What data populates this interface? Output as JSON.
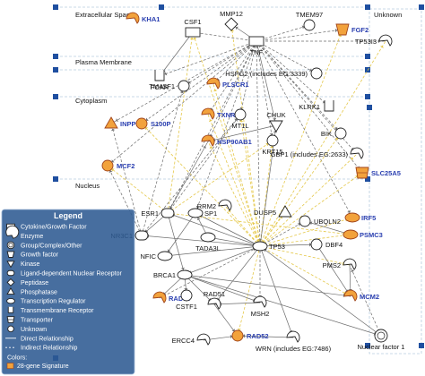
{
  "compartments": {
    "extracellular": "Extracellular Space",
    "unknown": "Unknown",
    "plasma_membrane": "Plasma Membrane",
    "cytoplasm": "Cytoplasm",
    "nucleus": "Nucleus"
  },
  "nodes": [
    {
      "id": "KHA1",
      "label": "KHA1",
      "sig": true,
      "shape": "enzyme"
    },
    {
      "id": "CSF1",
      "label": "CSF1",
      "sig": false,
      "shape": "cytokine"
    },
    {
      "id": "MMP12",
      "label": "MMP12",
      "sig": false,
      "shape": "peptidase"
    },
    {
      "id": "TNF",
      "label": "TNF",
      "sig": false,
      "shape": "cytokine"
    },
    {
      "id": "TMEM97",
      "label": "TMEM97",
      "sig": false,
      "shape": "other"
    },
    {
      "id": "FGF2",
      "label": "FGF2",
      "sig": true,
      "shape": "growth"
    },
    {
      "id": "TP53I3",
      "label": "TP53I3",
      "sig": false,
      "shape": "enzyme"
    },
    {
      "id": "FCAR",
      "label": "FCAR",
      "sig": false,
      "shape": "receptor"
    },
    {
      "id": "TM4SF1",
      "label": "TM4SF1",
      "sig": false,
      "shape": "other"
    },
    {
      "id": "PLSCR1",
      "label": "PLSCR1",
      "sig": true,
      "shape": "enzyme"
    },
    {
      "id": "HSPG2",
      "label": "HSPG2 (includes EG:3339)",
      "sig": false,
      "shape": "other"
    },
    {
      "id": "KLRK1",
      "label": "KLRK1",
      "sig": false,
      "shape": "receptor"
    },
    {
      "id": "TXNRD1",
      "label": "TXNRD1",
      "sig": true,
      "shape": "enzyme"
    },
    {
      "id": "MT1L",
      "label": "MT1L",
      "sig": false,
      "shape": "other"
    },
    {
      "id": "INPPL1",
      "label": "INPPL1",
      "sig": true,
      "shape": "phosphatase"
    },
    {
      "id": "S100P",
      "label": "S100P",
      "sig": true,
      "shape": "other"
    },
    {
      "id": "HSP90AB1",
      "label": "HSP90AB1",
      "sig": true,
      "shape": "enzyme"
    },
    {
      "id": "CHUK",
      "label": "CHUK",
      "sig": false,
      "shape": "kinase"
    },
    {
      "id": "BIK",
      "label": "BIK",
      "sig": false,
      "shape": "other"
    },
    {
      "id": "GBP1",
      "label": "GBP1 (includes EG:2633)",
      "sig": false,
      "shape": "enzyme"
    },
    {
      "id": "KRT15",
      "label": "KRT15",
      "sig": false,
      "shape": "other"
    },
    {
      "id": "MCF2",
      "label": "MCF2",
      "sig": true,
      "shape": "other"
    },
    {
      "id": "SLC25A5",
      "label": "SLC25A5",
      "sig": true,
      "shape": "transporter"
    },
    {
      "id": "IRF5",
      "label": "IRF5",
      "sig": true,
      "shape": "tr"
    },
    {
      "id": "RRM2",
      "label": "RRM2",
      "sig": false,
      "shape": "enzyme"
    },
    {
      "id": "DUSP5",
      "label": "DUSP5",
      "sig": false,
      "shape": "phosphatase"
    },
    {
      "id": "UBQLN2",
      "label": "UBQLN2",
      "sig": false,
      "shape": "other"
    },
    {
      "id": "ESR1",
      "label": "ESR1",
      "sig": false,
      "shape": "ldnr"
    },
    {
      "id": "SP1",
      "label": "SP1",
      "sig": false,
      "shape": "tr"
    },
    {
      "id": "PSMC3",
      "label": "PSMC3",
      "sig": true,
      "shape": "tr"
    },
    {
      "id": "NR3C1",
      "label": "NR3C1",
      "sig": false,
      "shape": "ldnr"
    },
    {
      "id": "TADA3L",
      "label": "TADA3L",
      "sig": false,
      "shape": "tr"
    },
    {
      "id": "TP53",
      "label": "TP53",
      "sig": false,
      "shape": "tr"
    },
    {
      "id": "DBF4",
      "label": "DBF4",
      "sig": false,
      "shape": "other"
    },
    {
      "id": "NFIC",
      "label": "NFIC",
      "sig": false,
      "shape": "tr"
    },
    {
      "id": "PMS2",
      "label": "PMS2",
      "sig": false,
      "shape": "enzyme"
    },
    {
      "id": "BRCA1",
      "label": "BRCA1",
      "sig": false,
      "shape": "tr"
    },
    {
      "id": "RAD50",
      "label": "RAD50",
      "sig": true,
      "shape": "enzyme"
    },
    {
      "id": "CSTF1",
      "label": "CSTF1",
      "sig": false,
      "shape": "other"
    },
    {
      "id": "RAD51",
      "label": "RAD51",
      "sig": false,
      "shape": "enzyme"
    },
    {
      "id": "MSH2",
      "label": "MSH2",
      "sig": false,
      "shape": "enzyme"
    },
    {
      "id": "MCM2",
      "label": "MCM2",
      "sig": true,
      "shape": "enzyme"
    },
    {
      "id": "ERCC4",
      "label": "ERCC4",
      "sig": false,
      "shape": "enzyme"
    },
    {
      "id": "RAD52",
      "label": "RAD52",
      "sig": true,
      "shape": "other"
    },
    {
      "id": "WRN",
      "label": "WRN (includes EG:7486)",
      "sig": false,
      "shape": "enzyme"
    },
    {
      "id": "NF1",
      "label": "Nuclear factor 1",
      "sig": false,
      "shape": "group"
    }
  ],
  "edges": [
    {
      "from": "TNF",
      "to": "MMP12",
      "style": "direct",
      "color": "gray"
    },
    {
      "from": "TNF",
      "to": "CSF1",
      "style": "indirect",
      "color": "gray"
    },
    {
      "from": "TNF",
      "to": "TMEM97",
      "style": "indirect",
      "color": "gray"
    },
    {
      "from": "TNF",
      "to": "FGF2",
      "style": "indirect",
      "color": "gray"
    },
    {
      "from": "TNF",
      "to": "TP53I3",
      "style": "indirect",
      "color": "gray"
    },
    {
      "from": "TNF",
      "to": "TM4SF1",
      "style": "indirect",
      "color": "gray"
    },
    {
      "from": "TNF",
      "to": "PLSCR1",
      "style": "indirect",
      "color": "gray"
    },
    {
      "from": "TNF",
      "to": "HSPG2",
      "style": "indirect",
      "color": "gray"
    },
    {
      "from": "TNF",
      "to": "KLRK1",
      "style": "indirect",
      "color": "gray"
    },
    {
      "from": "TNF",
      "to": "TXNRD1",
      "style": "indirect",
      "color": "gray"
    },
    {
      "from": "TNF",
      "to": "MT1L",
      "style": "indirect",
      "color": "gray"
    },
    {
      "from": "TNF",
      "to": "S100P",
      "style": "indirect",
      "color": "gray"
    },
    {
      "from": "TNF",
      "to": "INPPL1",
      "style": "indirect",
      "color": "gray"
    },
    {
      "from": "TNF",
      "to": "HSP90AB1",
      "style": "indirect",
      "color": "gray"
    },
    {
      "from": "TNF",
      "to": "CHUK",
      "style": "direct",
      "color": "gray"
    },
    {
      "from": "TNF",
      "to": "BIK",
      "style": "indirect",
      "color": "gray"
    },
    {
      "from": "TNF",
      "to": "GBP1",
      "style": "indirect",
      "color": "gray"
    },
    {
      "from": "TNF",
      "to": "KRT15",
      "style": "indirect",
      "color": "gray"
    },
    {
      "from": "TNF",
      "to": "MCF2",
      "style": "indirect",
      "color": "gray"
    },
    {
      "from": "TNF",
      "to": "SLC25A5",
      "style": "indirect",
      "color": "gray"
    },
    {
      "from": "TNF",
      "to": "IRF5",
      "style": "indirect",
      "color": "gray"
    },
    {
      "from": "TNF",
      "to": "SP1",
      "style": "indirect",
      "color": "gray"
    },
    {
      "from": "TNF",
      "to": "ESR1",
      "style": "indirect",
      "color": "gray"
    },
    {
      "from": "TNF",
      "to": "TP53",
      "style": "indirect",
      "color": "gray"
    },
    {
      "from": "TNF",
      "to": "FCAR",
      "style": "indirect",
      "color": "gray"
    },
    {
      "from": "CSF1",
      "to": "FCAR",
      "style": "direct",
      "color": "gray"
    },
    {
      "from": "TP53",
      "to": "CSF1",
      "style": "indirect",
      "color": "yellow"
    },
    {
      "from": "TP53",
      "to": "MMP12",
      "style": "indirect",
      "color": "yellow"
    },
    {
      "from": "TP53",
      "to": "TP53I3",
      "style": "indirect",
      "color": "yellow"
    },
    {
      "from": "TP53",
      "to": "PLSCR1",
      "style": "indirect",
      "color": "yellow"
    },
    {
      "from": "TP53",
      "to": "TXNRD1",
      "style": "indirect",
      "color": "yellow"
    },
    {
      "from": "TP53",
      "to": "HSP90AB1",
      "style": "indirect",
      "color": "yellow"
    },
    {
      "from": "TP53",
      "to": "MT1L",
      "style": "indirect",
      "color": "yellow"
    },
    {
      "from": "TP53",
      "to": "S100P",
      "style": "indirect",
      "color": "yellow"
    },
    {
      "from": "TP53",
      "to": "BIK",
      "style": "indirect",
      "color": "yellow"
    },
    {
      "from": "TP53",
      "to": "GBP1",
      "style": "indirect",
      "color": "yellow"
    },
    {
      "from": "TP53",
      "to": "SLC25A5",
      "style": "indirect",
      "color": "yellow"
    },
    {
      "from": "TP53",
      "to": "IRF5",
      "style": "indirect",
      "color": "yellow"
    },
    {
      "from": "TP53",
      "to": "PSMC3",
      "style": "indirect",
      "color": "yellow"
    },
    {
      "from": "TP53",
      "to": "RRM2",
      "style": "indirect",
      "color": "yellow"
    },
    {
      "from": "TP53",
      "to": "DUSP5",
      "style": "indirect",
      "color": "yellow"
    },
    {
      "from": "TP53",
      "to": "KRT15",
      "style": "indirect",
      "color": "yellow"
    },
    {
      "from": "TP53",
      "to": "FGF2",
      "style": "indirect",
      "color": "yellow"
    },
    {
      "from": "TP53",
      "to": "MCM2",
      "style": "indirect",
      "color": "yellow"
    },
    {
      "from": "TP53",
      "to": "PMS2",
      "style": "indirect",
      "color": "yellow"
    },
    {
      "from": "TP53",
      "to": "RAD52",
      "style": "indirect",
      "color": "yellow"
    },
    {
      "from": "TP53",
      "to": "RAD51",
      "style": "direct",
      "color": "gray"
    },
    {
      "from": "TP53",
      "to": "MSH2",
      "style": "indirect",
      "color": "gray"
    },
    {
      "from": "TP53",
      "to": "BRCA1",
      "style": "direct",
      "color": "gray"
    },
    {
      "from": "TP53",
      "to": "WRN",
      "style": "direct",
      "color": "gray"
    },
    {
      "from": "TP53",
      "to": "DBF4",
      "style": "direct",
      "color": "gray"
    },
    {
      "from": "TP53",
      "to": "UBQLN2",
      "style": "indirect",
      "color": "gray"
    },
    {
      "from": "TP53",
      "to": "TADA3L",
      "style": "direct",
      "color": "gray"
    },
    {
      "from": "TP53",
      "to": "SP1",
      "style": "direct",
      "color": "gray"
    },
    {
      "from": "TP53",
      "to": "ESR1",
      "style": "direct",
      "color": "gray"
    },
    {
      "from": "TP53",
      "to": "NR3C1",
      "style": "direct",
      "color": "gray"
    },
    {
      "from": "TP53",
      "to": "NFIC",
      "style": "direct",
      "color": "gray"
    },
    {
      "from": "TP53",
      "to": "CHUK",
      "style": "direct",
      "color": "gray"
    },
    {
      "from": "TP53",
      "to": "SP1",
      "style": "direct",
      "color": "gray"
    },
    {
      "from": "ESR1",
      "to": "KRT15",
      "style": "indirect",
      "color": "yellow"
    },
    {
      "from": "ESR1",
      "to": "MCF2",
      "style": "indirect",
      "color": "yellow"
    },
    {
      "from": "ESR1",
      "to": "HSP90AB1",
      "style": "direct",
      "color": "gray"
    },
    {
      "from": "ESR1",
      "to": "CSF1",
      "style": "indirect",
      "color": "yellow"
    },
    {
      "from": "ESR1",
      "to": "MT1L",
      "style": "indirect",
      "color": "gray"
    },
    {
      "from": "ESR1",
      "to": "NR3C1",
      "style": "direct",
      "color": "gray"
    },
    {
      "from": "ESR1",
      "to": "PSMC3",
      "style": "indirect",
      "color": "yellow"
    },
    {
      "from": "ESR1",
      "to": "BRCA1",
      "style": "direct",
      "color": "gray"
    },
    {
      "from": "NR3C1",
      "to": "MCF2",
      "style": "indirect",
      "color": "gray"
    },
    {
      "from": "NR3C1",
      "to": "TM4SF1",
      "style": "indirect",
      "color": "gray"
    },
    {
      "from": "NR3C1",
      "to": "INPPL1",
      "style": "indirect",
      "color": "gray"
    },
    {
      "from": "NR3C1",
      "to": "MT1L",
      "style": "indirect",
      "color": "gray"
    },
    {
      "from": "BRCA1",
      "to": "RAD50",
      "style": "direct",
      "color": "gray"
    },
    {
      "from": "BRCA1",
      "to": "RAD51",
      "style": "direct",
      "color": "gray"
    },
    {
      "from": "BRCA1",
      "to": "CSTF1",
      "style": "direct",
      "color": "gray"
    },
    {
      "from": "BRCA1",
      "to": "MSH2",
      "style": "direct",
      "color": "gray"
    },
    {
      "from": "BRCA1",
      "to": "MCM2",
      "style": "direct",
      "color": "gray"
    },
    {
      "from": "BRCA1",
      "to": "NF1",
      "style": "direct",
      "color": "gray"
    },
    {
      "from": "RAD51",
      "to": "RAD52",
      "style": "direct",
      "color": "gray"
    },
    {
      "from": "MSH2",
      "to": "RAD51",
      "style": "direct",
      "color": "gray"
    },
    {
      "from": "ERCC4",
      "to": "RAD52",
      "style": "direct",
      "color": "gray"
    },
    {
      "from": "WRN",
      "to": "RAD52",
      "style": "direct",
      "color": "gray"
    },
    {
      "from": "NF1",
      "to": "TP53",
      "style": "direct",
      "color": "gray"
    },
    {
      "from": "NF1",
      "to": "PMS2",
      "style": "indirect",
      "color": "gray"
    },
    {
      "from": "PSMC3",
      "to": "UBQLN2",
      "style": "direct",
      "color": "gray"
    },
    {
      "from": "DBF4",
      "to": "MCM2",
      "style": "direct",
      "color": "gray"
    },
    {
      "from": "SP1",
      "to": "NFIC",
      "style": "direct",
      "color": "gray"
    },
    {
      "from": "TADA3L",
      "to": "SP1",
      "style": "direct",
      "color": "gray"
    },
    {
      "from": "CHUK",
      "to": "HSP90AB1",
      "style": "direct",
      "color": "gray"
    },
    {
      "from": "RAD50",
      "to": "TP53",
      "style": "indirect",
      "color": "gray"
    },
    {
      "from": "PMS2",
      "to": "MCM2",
      "style": "direct",
      "color": "gray"
    }
  ],
  "legend": {
    "title": "Legend",
    "items": [
      {
        "label": "Cytokine/Growth Factor",
        "shape": "cytokine"
      },
      {
        "label": "Enzyme",
        "shape": "enzyme"
      },
      {
        "label": "Group/Complex/Other",
        "shape": "group"
      },
      {
        "label": "Growth factor",
        "shape": "growth"
      },
      {
        "label": "Kinase",
        "shape": "kinase"
      },
      {
        "label": "Ligand-dependent Nuclear Receptor",
        "shape": "ldnr"
      },
      {
        "label": "Peptidase",
        "shape": "peptidase"
      },
      {
        "label": "Phosphatase",
        "shape": "phosphatase"
      },
      {
        "label": "Transcription Regulator",
        "shape": "tr"
      },
      {
        "label": "Transmembrane Receptor",
        "shape": "receptor"
      },
      {
        "label": "Transporter",
        "shape": "transporter"
      },
      {
        "label": "Unknown",
        "shape": "other"
      },
      {
        "label": "Direct Relationship",
        "shape": "line-direct"
      },
      {
        "label": "Indirect Relationship",
        "shape": "line-indirect"
      }
    ],
    "colors_label": "Colors:",
    "signature_label": "28-gene Signature"
  },
  "colors": {
    "signature_fill": "#f2a23c",
    "signature_stroke": "#a0441a",
    "node_fill": "#ffffff",
    "node_stroke": "#222222",
    "edge_gray": "#6b6b6b",
    "edge_yellow": "#e5c84a",
    "compartment_line": "#b8cde0",
    "legend_bg": "#2d5a92",
    "marker_blue": "#1f4fa0"
  }
}
